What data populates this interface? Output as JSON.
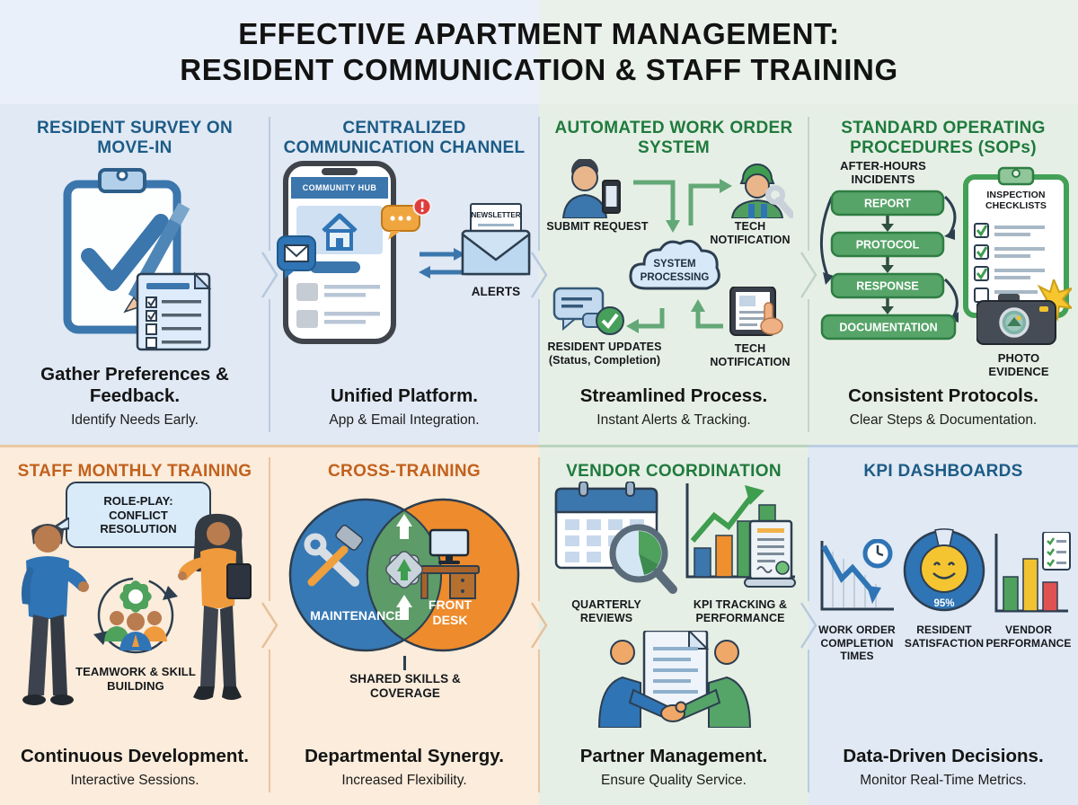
{
  "title": {
    "line1": "EFFECTIVE APARTMENT MANAGEMENT:",
    "line2": "RESIDENT COMMUNICATION & STAFF TRAINING"
  },
  "colors": {
    "blue_header": "#1d5b86",
    "green_header": "#1f7a3d",
    "orange_header": "#c2611d",
    "panel_blue_bg": "#e0e9f4",
    "panel_green_bg": "#e6efe5",
    "panel_peach_bg": "#fbecdb",
    "accent_blue": "#2f74b5",
    "accent_green": "#4ea25c",
    "accent_orange": "#ee8b2c"
  },
  "panels": {
    "survey": {
      "header": "RESIDENT SURVEY ON MOVE-IN",
      "caption": "Gather Preferences & Feedback.",
      "subcaption": "Identify Needs Early."
    },
    "communication": {
      "header": "CENTRALIZED COMMUNICATION CHANNEL",
      "phone_title": "COMMUNITY HUB",
      "newsletter_label": "NEWSLETTER",
      "alerts_label": "ALERTS",
      "caption": "Unified Platform.",
      "subcaption": "App & Email Integration."
    },
    "work_order": {
      "header": "AUTOMATED WORK ORDER SYSTEM",
      "submit_label": "SUBMIT REQUEST",
      "cloud_label_1": "SYSTEM",
      "cloud_label_2": "PROCESSING",
      "tech_top_label": "TECH NOTIFICATION",
      "resident_label": "RESIDENT UPDATES",
      "resident_sublabel": "(Status, Completion)",
      "tech_bottom_label": "TECH NOTIFICATION",
      "caption": "Streamlined Process.",
      "subcaption": "Instant Alerts & Tracking."
    },
    "sops": {
      "header": "STANDARD OPERATING PROCEDURES (SOPs)",
      "flow_title": "AFTER-HOURS INCIDENTS",
      "steps": [
        "REPORT",
        "PROTOCOL",
        "RESPONSE",
        "DOCUMENTATION"
      ],
      "checklist_title": "INSPECTION CHECKLISTS",
      "photo_label": "PHOTO EVIDENCE",
      "caption": "Consistent Protocols.",
      "subcaption": "Clear Steps & Documentation."
    },
    "training": {
      "header": "STAFF MONTHLY TRAINING",
      "bubble": "ROLE-PLAY: CONFLICT RESOLUTION",
      "cycle_label": "TEAMWORK & SKILL BUILDING",
      "caption": "Continuous Development.",
      "subcaption": "Interactive Sessions."
    },
    "cross_training": {
      "header": "CROSS-TRAINING",
      "left_label": "MAINTENANCE",
      "right_label_1": "FRONT",
      "right_label_2": "DESK",
      "overlap_label": "SHARED SKILLS & COVERAGE",
      "caption": "Departmental Synergy.",
      "subcaption": "Increased Flexibility."
    },
    "vendor": {
      "header": "VENDOR COORDINATION",
      "reviews_label": "QUARTERLY REVIEWS",
      "kpi_label": "KPI TRACKING & PERFORMANCE",
      "caption": "Partner Management.",
      "subcaption": "Ensure Quality Service."
    },
    "kpi": {
      "header": "KPI DASHBOARDS",
      "chart1_label": "WORK ORDER COMPLETION TIMES",
      "chart2_label": "RESIDENT SATISFACTION",
      "chart2_value": "95%",
      "chart3_label": "VENDOR PERFORMANCE",
      "caption": "Data-Driven Decisions.",
      "subcaption": "Monitor Real-Time Metrics."
    }
  }
}
